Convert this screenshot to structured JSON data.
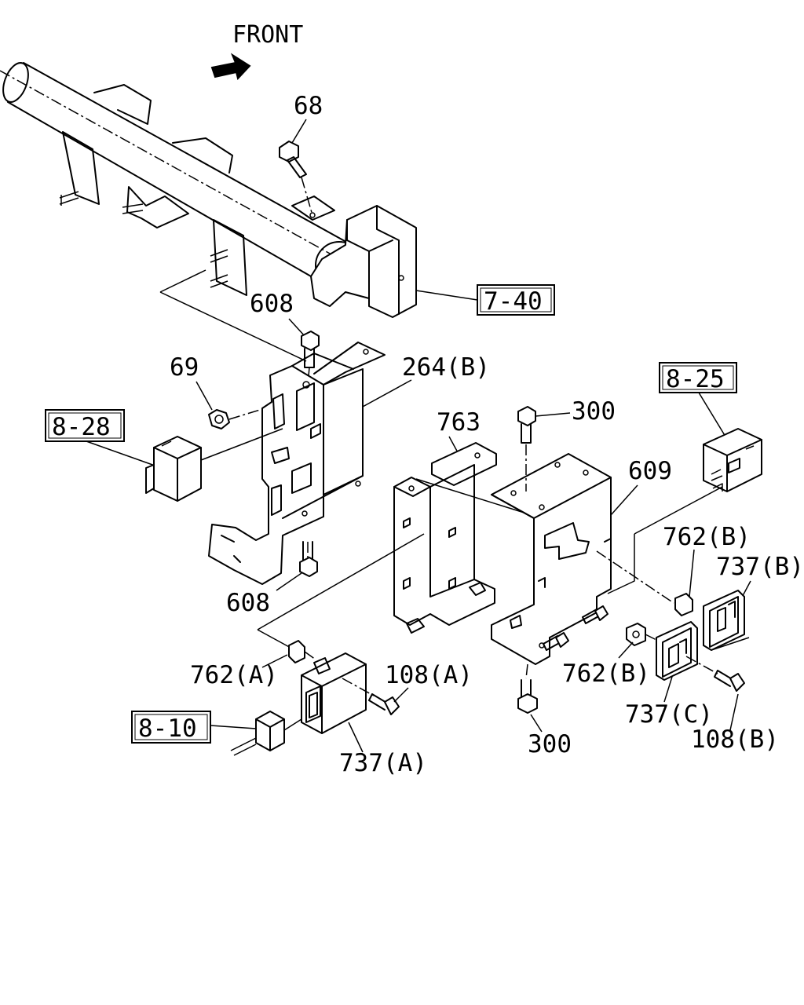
{
  "front_arrow": {
    "label": "FRONT",
    "icon": "arrow-right-icon"
  },
  "callouts": {
    "p68": "68",
    "p608_top": "608",
    "p69": "69",
    "p264b": "264(B)",
    "p763": "763",
    "p300_top": "300",
    "p609": "609",
    "p762b_right": "762(B)",
    "p737b": "737(B)",
    "p608_bottom": "608",
    "p762a": "762(A)",
    "p108a": "108(A)",
    "p762b_mid": "762(B)",
    "p737c": "737(C)",
    "p300_bottom": "300",
    "p108b": "108(B)",
    "p737a": "737(A)"
  },
  "references": {
    "ref_7_40": "7-40",
    "ref_8_25": "8-25",
    "ref_8_28": "8-28",
    "ref_8_10": "8-10"
  }
}
